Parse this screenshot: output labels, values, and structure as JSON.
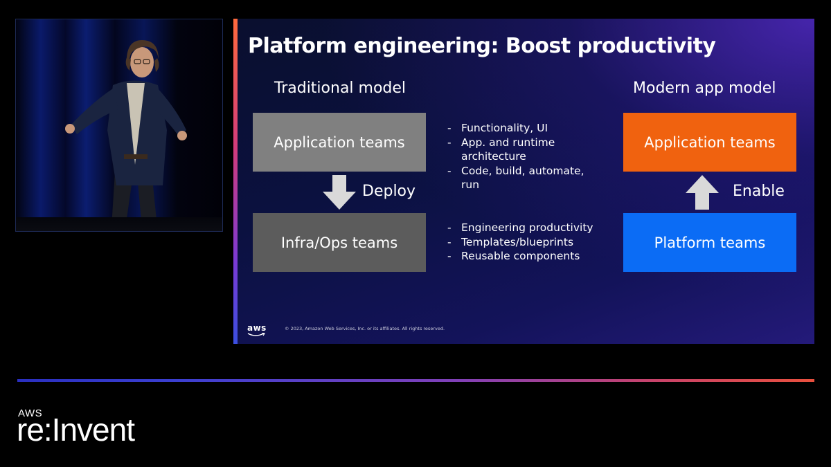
{
  "slide": {
    "title": "Platform engineering: Boost productivity",
    "traditional": {
      "heading": "Traditional model",
      "top_box": "Application teams",
      "bottom_box": "Infra/Ops teams",
      "arrow_label": "Deploy"
    },
    "modern": {
      "heading": "Modern app model",
      "top_box": "Application teams",
      "bottom_box": "Platform teams",
      "arrow_label": "Enable"
    },
    "bullets_top": [
      "Functionality, UI",
      "App. and runtime architecture",
      "Code, build, automate, run"
    ],
    "bullets_bottom": [
      "Engineering productivity",
      "Templates/blueprints",
      "Reusable components"
    ],
    "footer": {
      "logo_text": "aws",
      "copyright": "© 2023, Amazon Web Services, Inc. or its affiliates. All rights reserved."
    }
  },
  "branding": {
    "aws": "AWS",
    "reinvent": "re:Invent"
  },
  "icons": {
    "deploy_arrow": "arrow-down-icon",
    "enable_arrow": "arrow-up-icon"
  },
  "colors": {
    "app_teams_traditional": "#808080",
    "infra_ops": "#5c5c5c",
    "app_teams_modern": "#f0620f",
    "platform_teams": "#0b6cf5"
  }
}
